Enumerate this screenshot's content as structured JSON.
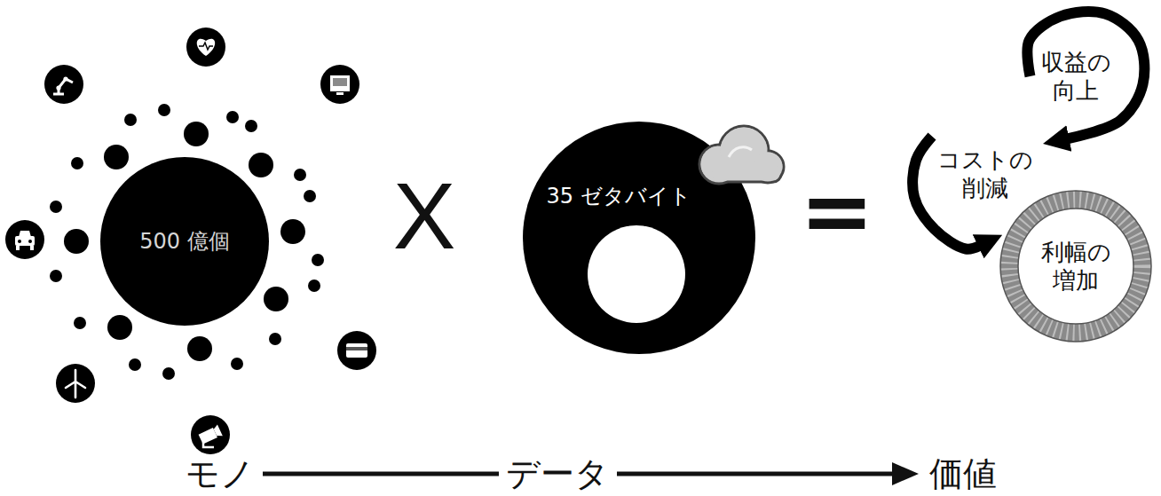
{
  "diagram": {
    "nodes": [
      {
        "text": [
          "500 億個"
        ]
      },
      {
        "text": [
          "35 ゼタバイト"
        ]
      },
      {
        "text": [
          "収益の 向上"
        ]
      },
      {
        "text": [
          "コストの 削減"
        ]
      },
      {
        "text": [
          "利幅の 増加"
        ]
      }
    ],
    "edges": [
      {
        "from": 2,
        "to": 3,
        "arrow": "to"
      },
      {
        "from": 3,
        "to": 4,
        "arrow": "to"
      }
    ],
    "labels": [
      "X",
      "=",
      "モノ",
      "データ",
      "価値"
    ]
  }
}
